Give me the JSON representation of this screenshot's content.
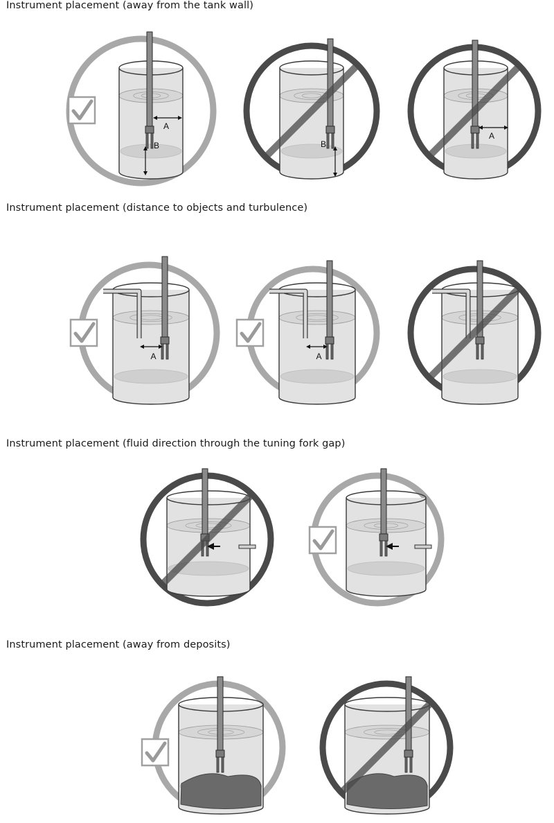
{
  "sections": [
    {
      "title": "Instrument placement (away from the tank wall)",
      "panels": [
        {
          "verdict": "correct",
          "labels": [
            "A",
            "B"
          ]
        },
        {
          "verdict": "incorrect",
          "labels": [
            "B"
          ]
        },
        {
          "verdict": "incorrect",
          "labels": [
            "A"
          ]
        }
      ]
    },
    {
      "title": "Instrument placement (distance to objects and turbulence)",
      "panels": [
        {
          "verdict": "correct",
          "labels": [
            "A"
          ]
        },
        {
          "verdict": "correct",
          "labels": [
            "A"
          ]
        },
        {
          "verdict": "incorrect",
          "labels": []
        }
      ]
    },
    {
      "title": "Instrument placement (fluid direction through the tuning fork gap)",
      "panels": [
        {
          "verdict": "incorrect",
          "labels": []
        },
        {
          "verdict": "correct",
          "labels": []
        }
      ]
    },
    {
      "title": "Instrument placement (away from deposits)",
      "panels": [
        {
          "verdict": "correct",
          "labels": []
        },
        {
          "verdict": "incorrect",
          "labels": []
        }
      ]
    }
  ],
  "colors": {
    "correct_ring": "#a8a8a8",
    "incorrect_ring": "#4a4a4a",
    "tank_fill": "#e2e2e2",
    "tank_outline": "#3a3a3a",
    "deposit": "#6a6a6a",
    "checkmark": "#9a9a9a"
  }
}
